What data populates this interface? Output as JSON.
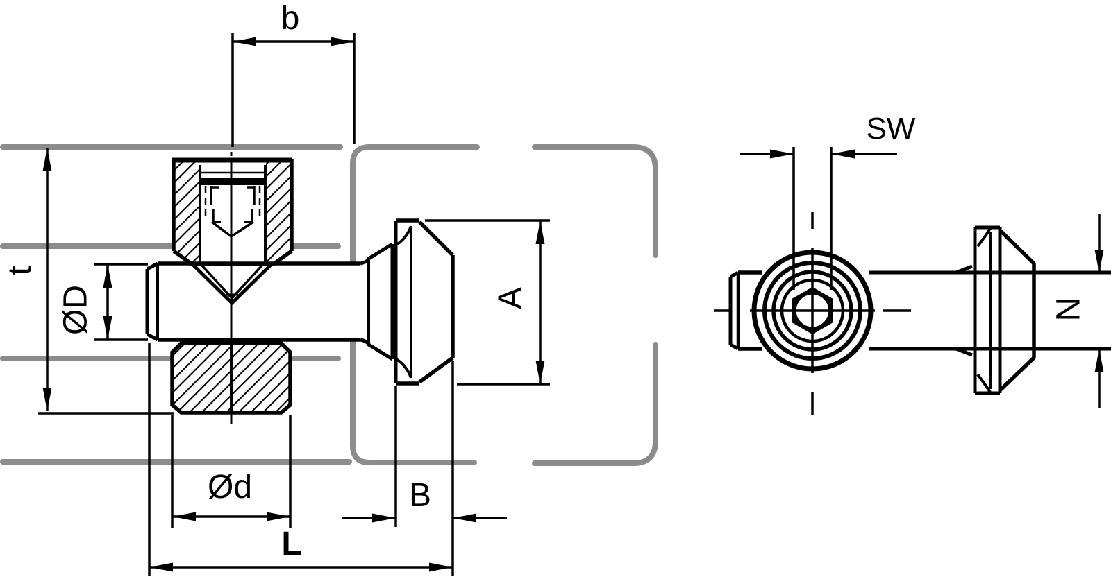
{
  "drawing": {
    "dimension_labels": {
      "slot_width_b": "b",
      "depth_t": "t",
      "shaft_diameter_D": "ØD",
      "thread_diameter_d": "Ød",
      "total_length_L": "L",
      "head_thickness_B": "B",
      "head_diameter_A": "A",
      "wrench_size_SW": "SW",
      "neck_diameter_N": "N"
    },
    "colors": {
      "line_color": "#000000",
      "profile_color": "#8c8c8c",
      "background": "#ffffff"
    }
  }
}
